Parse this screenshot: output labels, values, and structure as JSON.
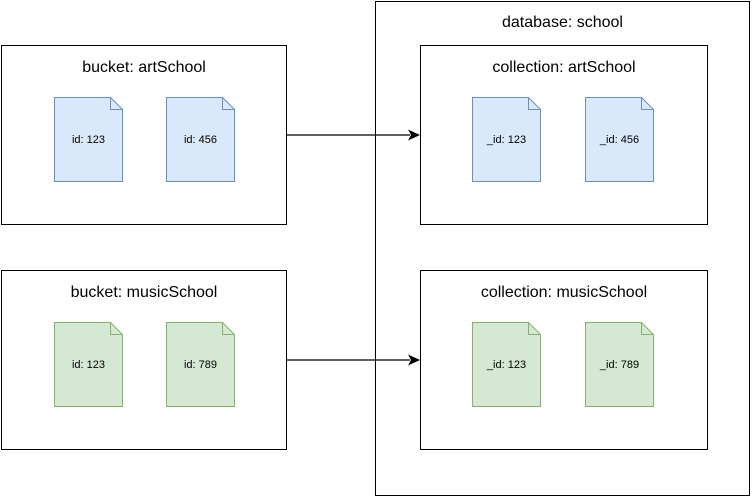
{
  "colors": {
    "blue_fill": "#dae8fc",
    "blue_stroke": "#6c8ebf",
    "green_fill": "#d5e8d4",
    "green_stroke": "#82b366",
    "line": "#000000"
  },
  "database": {
    "title": "database: school"
  },
  "buckets": [
    {
      "title": "bucket: artSchool",
      "docs": [
        "id: 123",
        "id: 456"
      ],
      "color": "blue"
    },
    {
      "title": "bucket: musicSchool",
      "docs": [
        "id: 123",
        "id: 789"
      ],
      "color": "green"
    }
  ],
  "collections": [
    {
      "title": "collection: artSchool",
      "docs": [
        "_id: 123",
        "_id: 456"
      ],
      "color": "blue"
    },
    {
      "title": "collection: musicSchool",
      "docs": [
        "_id: 123",
        "_id: 789"
      ],
      "color": "green"
    }
  ],
  "edges": [
    {
      "from": "bucket: artSchool",
      "to": "collection: artSchool"
    },
    {
      "from": "bucket: musicSchool",
      "to": "collection: musicSchool"
    }
  ]
}
